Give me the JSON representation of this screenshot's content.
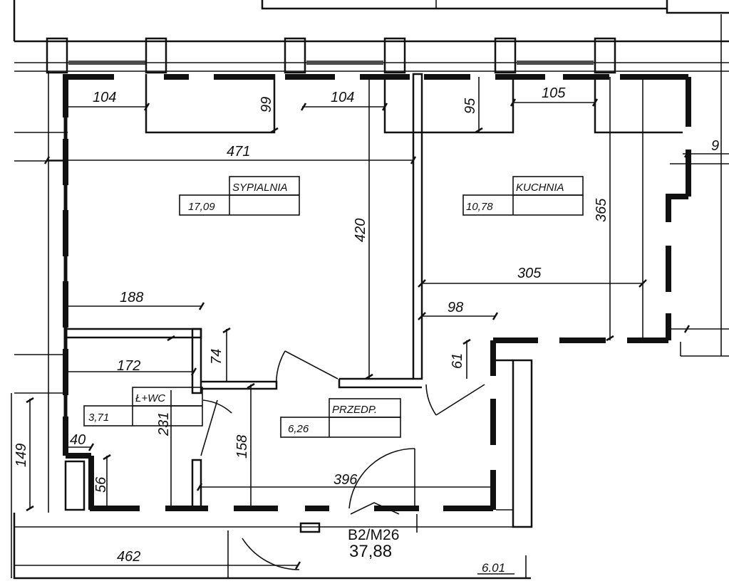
{
  "unit": {
    "code": "B2/M26",
    "area": "37,88"
  },
  "rooms": {
    "bedroom": {
      "name": "SYPIALNIA",
      "area": "17,09"
    },
    "kitchen": {
      "name": "KUCHNIA",
      "area": "10,78"
    },
    "bath": {
      "name": "Ł+WC",
      "area": "3,71"
    },
    "hall": {
      "name": "PRZEDP.",
      "area": "6,26"
    }
  },
  "dimensions": {
    "w104a": "104",
    "h99": "99",
    "w104b": "104",
    "h95": "95",
    "w105": "105",
    "w471": "471",
    "h420": "420",
    "h365": "365",
    "w305": "305",
    "w188": "188",
    "w98": "98",
    "h74": "74",
    "h61": "61",
    "w172": "172",
    "h231": "231",
    "w40": "40",
    "h149": "149",
    "h56": "56",
    "h158": "158",
    "w396": "396",
    "w462": "462",
    "edge9": "9",
    "w601": "6.01"
  }
}
